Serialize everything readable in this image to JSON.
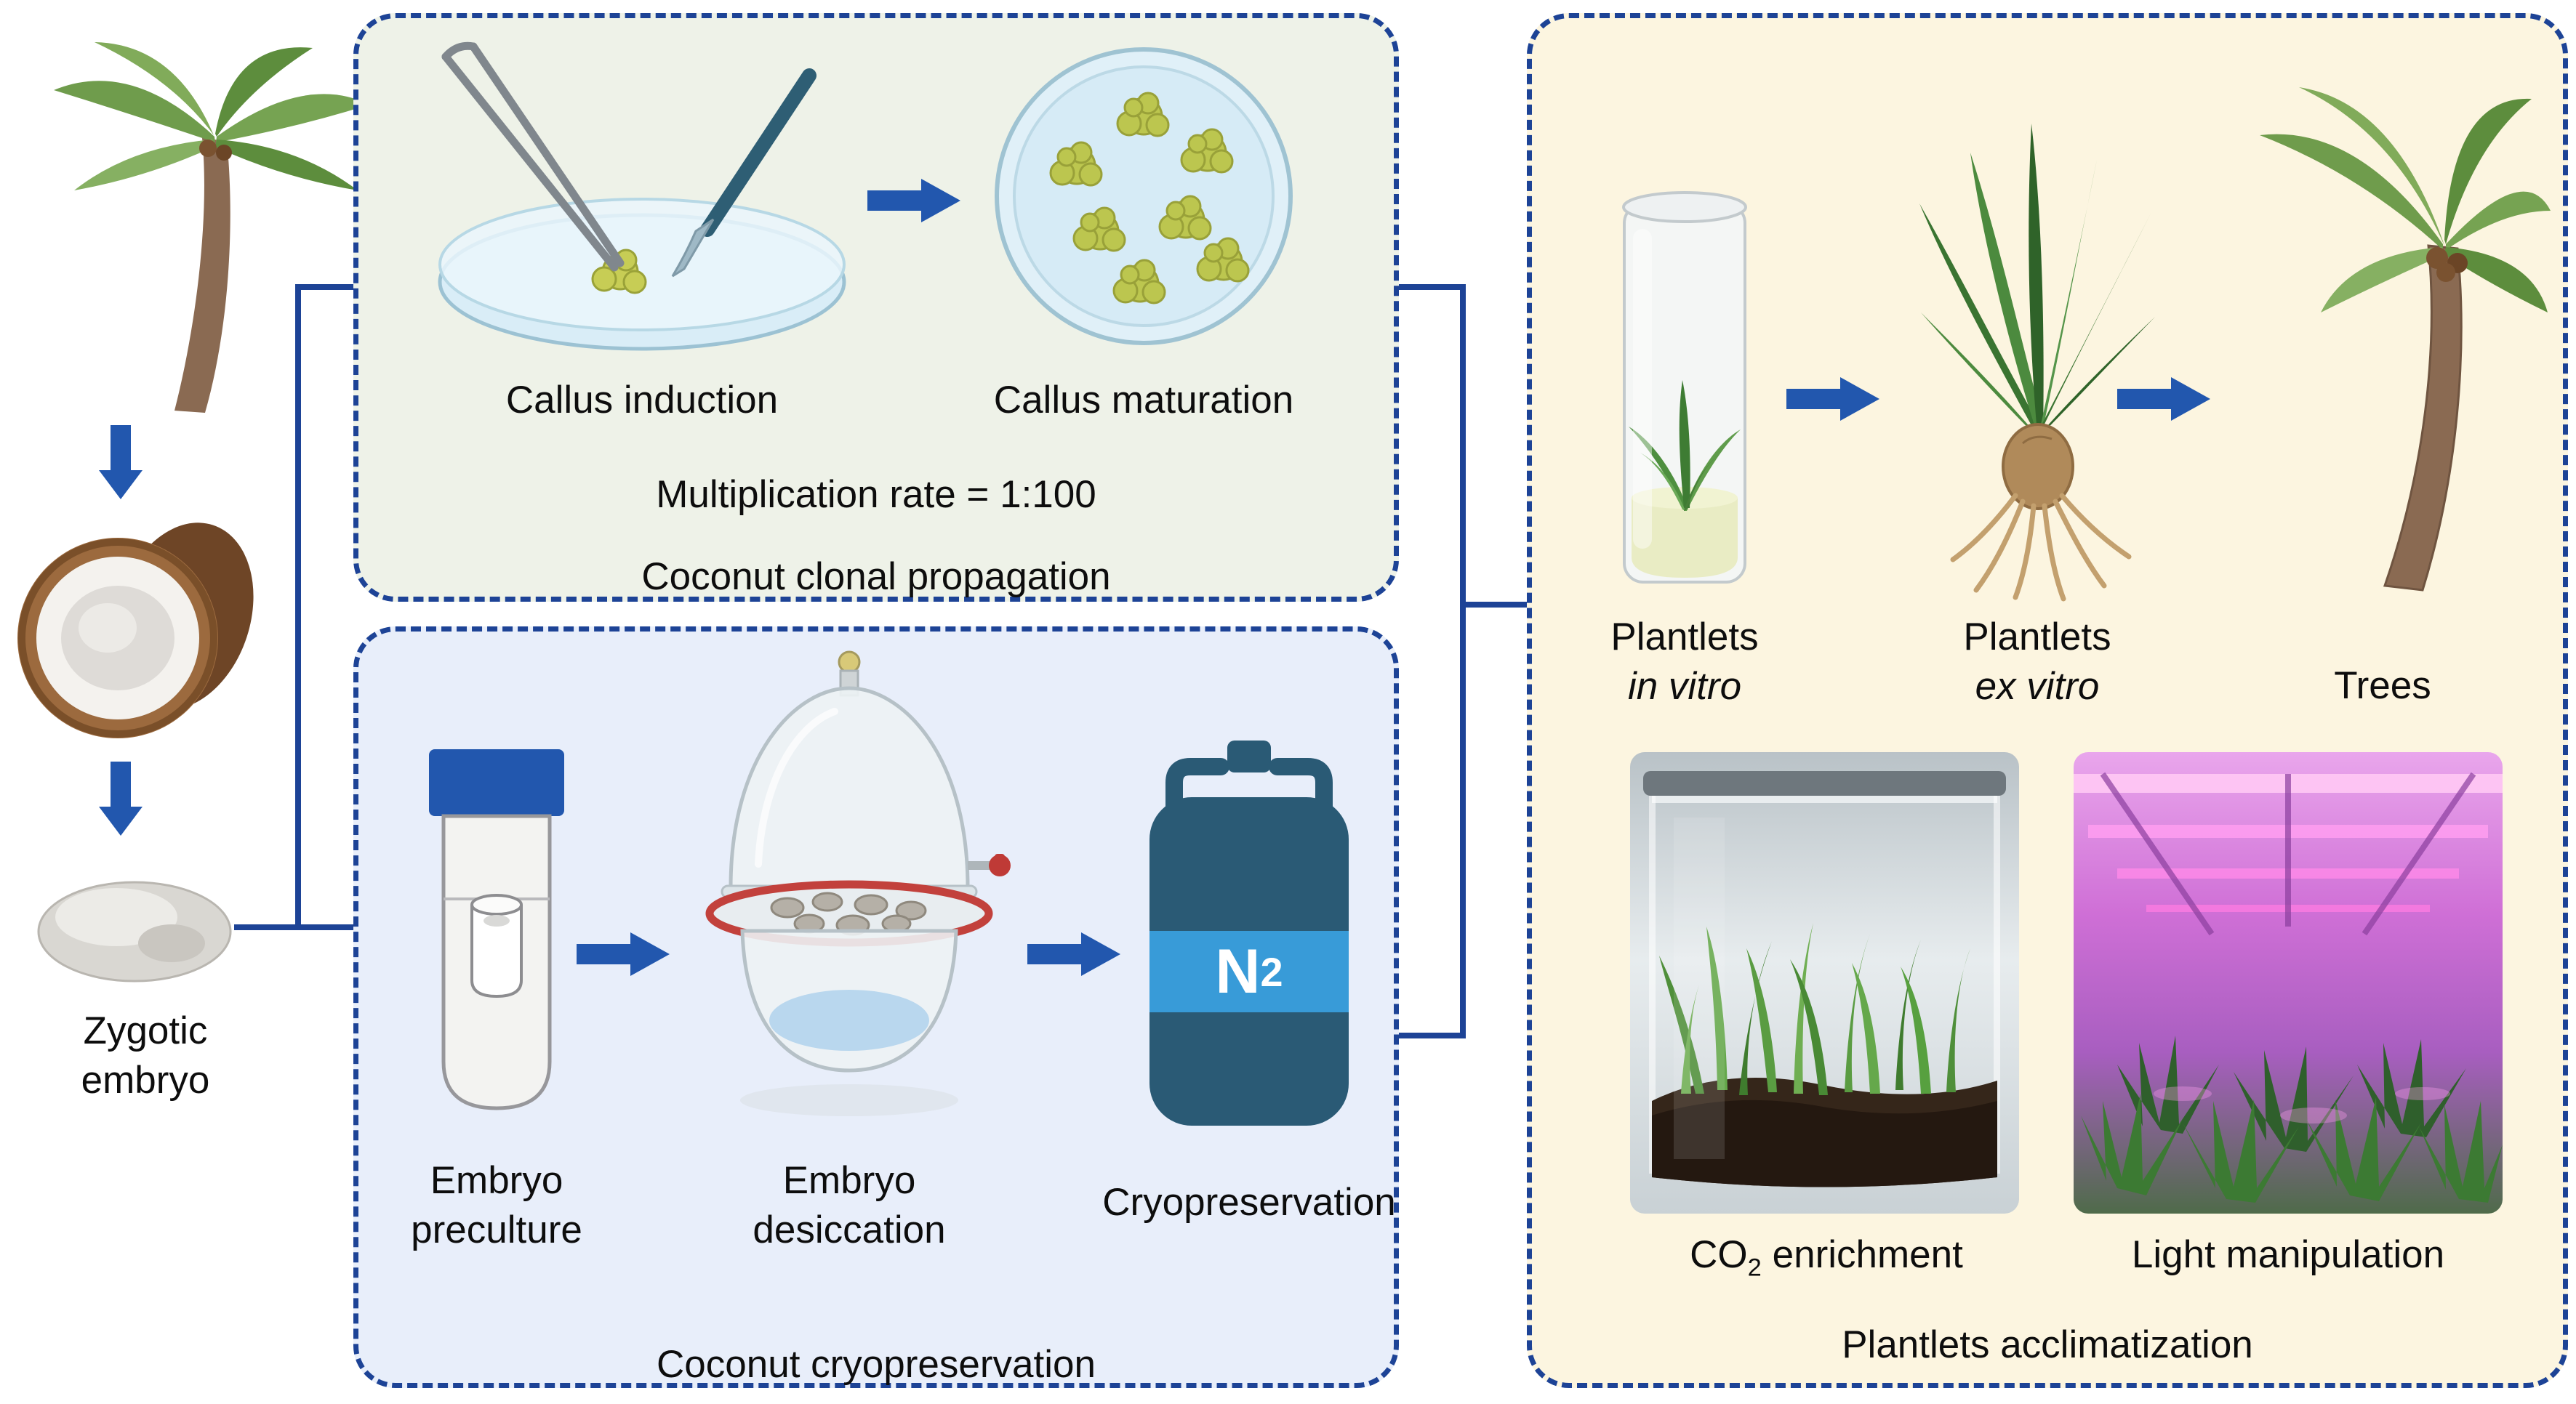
{
  "figure": {
    "zygotic_label": "Zygotic embryo"
  },
  "clonal_panel": {
    "title": "Coconut clonal propagation",
    "step_induction": "Callus induction",
    "step_maturation": "Callus maturation",
    "note": "Multiplication rate = 1:100"
  },
  "cryo_panel": {
    "title": "Coconut cryopreservation",
    "step_preculture": "Embryo preculture",
    "step_desiccation": "Embryo desiccation",
    "step_cryo": "Cryopreservation",
    "tank_symbol": "N",
    "tank_subscript": "2"
  },
  "acclim_panel": {
    "title": "Plantlets acclimatization",
    "plantlets_in_vitro_label": "Plantlets",
    "plantlets_in_vitro_state": "in vitro",
    "plantlets_ex_vitro_label": "Plantlets",
    "plantlets_ex_vitro_state": "ex vitro",
    "trees_label": "Trees",
    "co2_prefix": "CO",
    "co2_subscript": "2",
    "co2_suffix": "enrichment",
    "light_label": "Light manipulation"
  },
  "colors": {
    "border_navy": "#1d4396",
    "arrow_blue": "#2257ae",
    "clonal_bg": "#eef2e8",
    "cryo_bg": "#e8eefa",
    "acclim_bg": "#fcf5e0",
    "tank_dark": "#2a5a75",
    "tank_band": "#389bd8",
    "text": "#0d0d0d"
  }
}
